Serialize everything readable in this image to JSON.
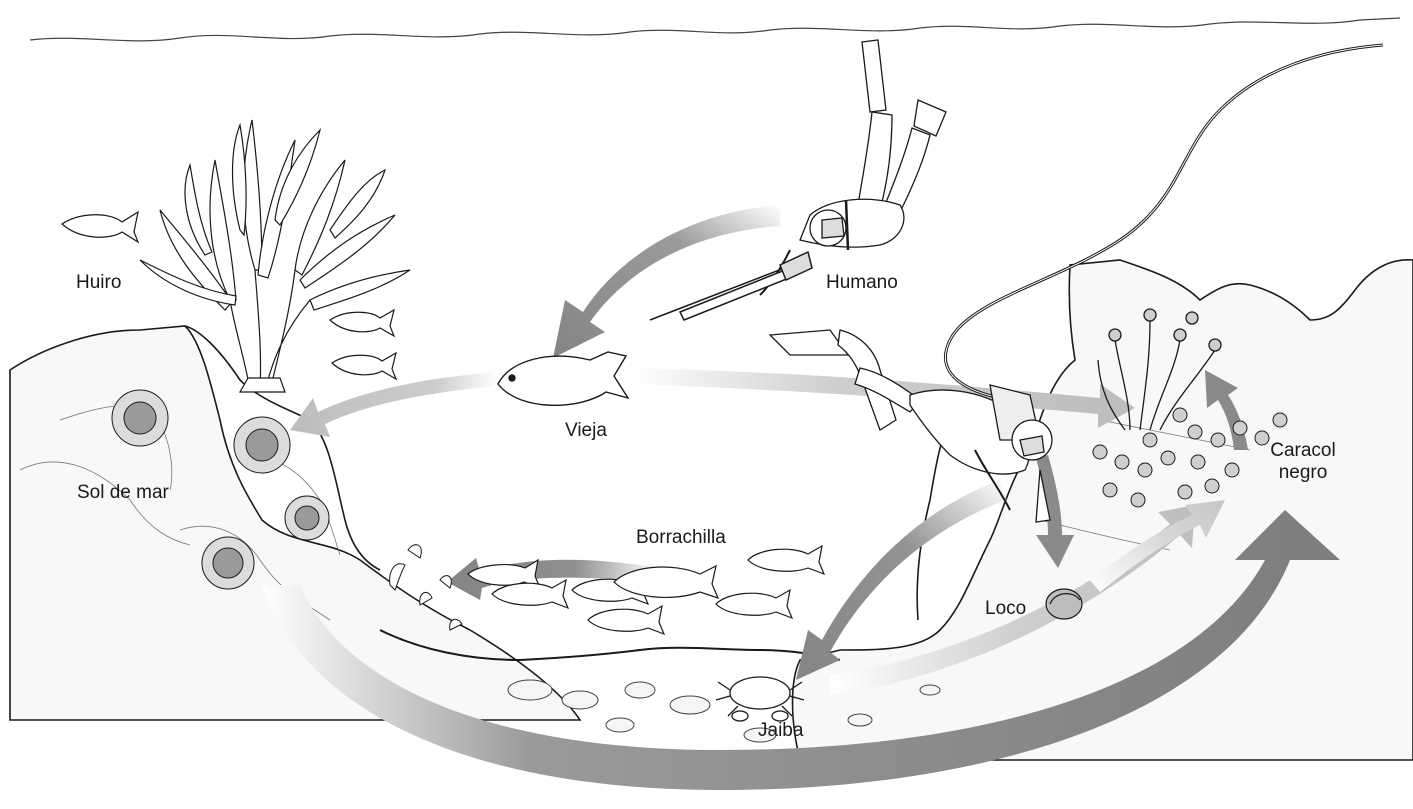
{
  "labels": {
    "huiro": "Huiro",
    "humano": "Humano",
    "vieja": "Vieja",
    "sol_de_mar": "Sol de mar",
    "borrachilla": "Borrachilla",
    "loco": "Loco",
    "jaiba": "Jaiba",
    "caracol_negro_line1": "Caracol",
    "caracol_negro_line2": "negro"
  },
  "colors": {
    "arrow_dark": "#8a8a8a",
    "arrow_light": "#c4c4c4",
    "line": "#1a1a1a",
    "rock_fill": "#f7f7f7"
  }
}
